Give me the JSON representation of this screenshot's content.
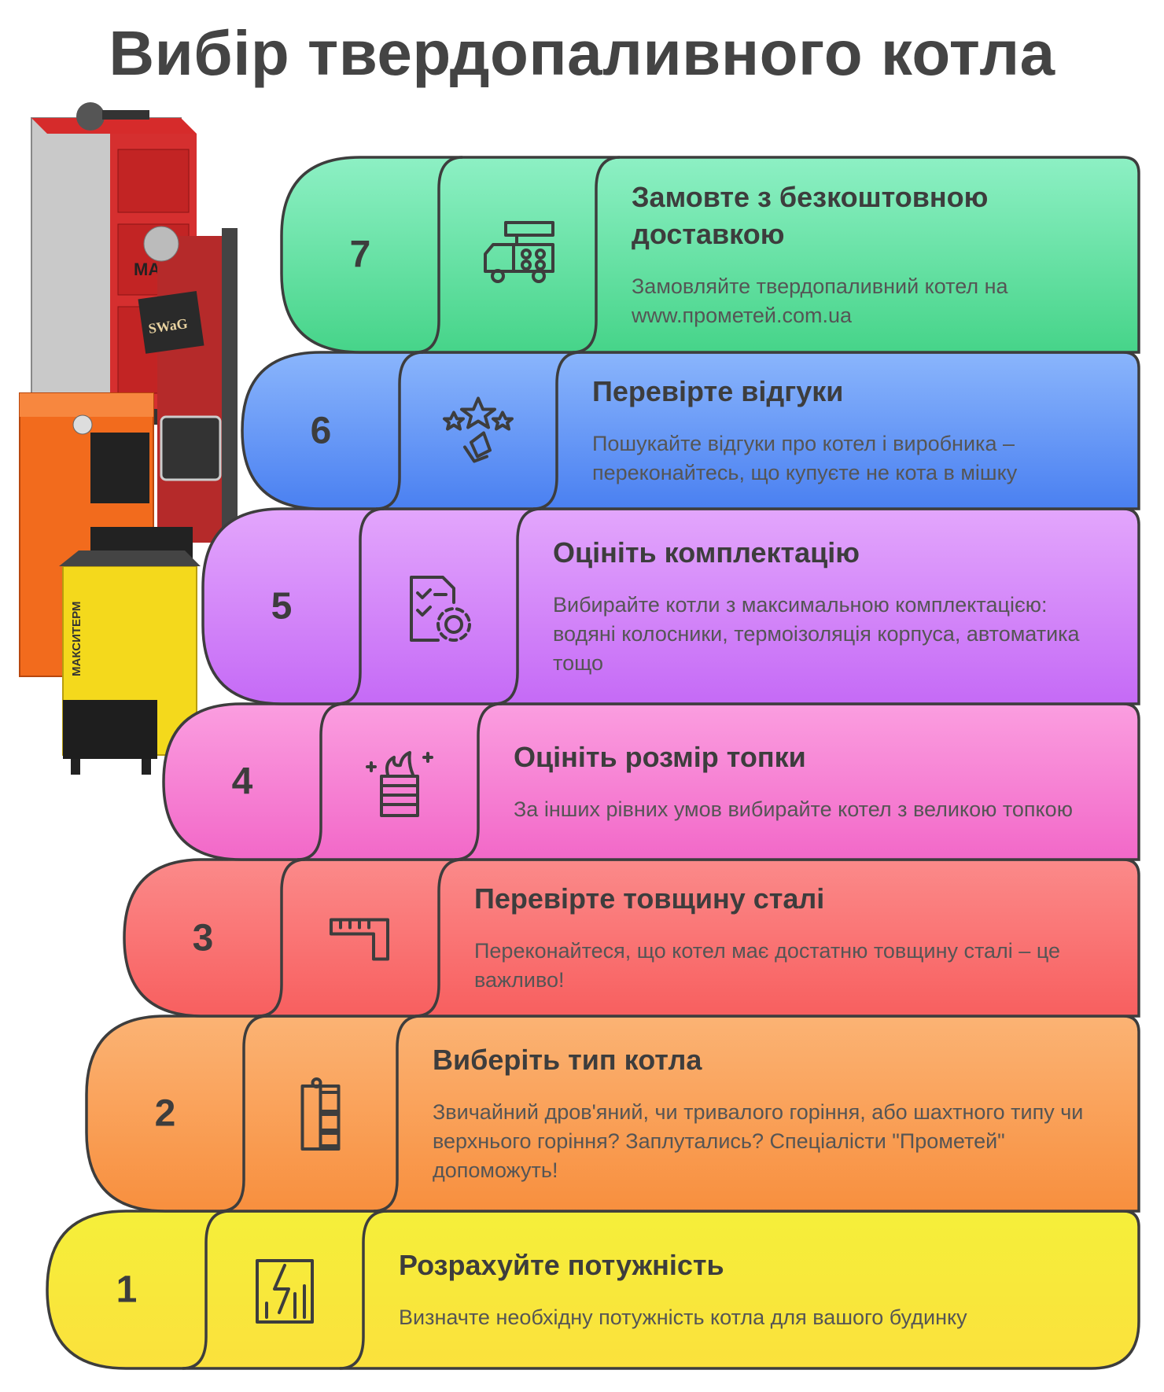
{
  "title": "Вибір твердопаливного котла",
  "colors": {
    "outline": "#3d3d3d",
    "step1": [
      "#f5ef3a",
      "#fbe13c"
    ],
    "step2": [
      "#fbb374",
      "#f88f3e"
    ],
    "step3": [
      "#fb8a8a",
      "#f85f5f"
    ],
    "step4": [
      "#fb9ee0",
      "#f268c8"
    ],
    "step5": [
      "#e3a6fc",
      "#c56af6"
    ],
    "step6": [
      "#8ab5fc",
      "#4a80f1"
    ],
    "step7": [
      "#8df0c4",
      "#46d489"
    ]
  },
  "steps": [
    {
      "number": "1",
      "title": "Розрахуйте потужність",
      "desc": "Визначте необхідну потужність котла для вашого будинку",
      "icon": "power-chart-icon"
    },
    {
      "number": "2",
      "title": "Виберіть тип котла",
      "desc": "Звичайний дров'яний, чи тривалого горіння, або шахтного типу чи верхнього горіння? Заплутались? Спеціалісти \"Прометей\" допоможуть!",
      "icon": "boiler-icon"
    },
    {
      "number": "3",
      "title": "Перевірте товщину сталі",
      "desc": "Переконайтеся, що котел має достатню товщину сталі – це важливо!",
      "icon": "ruler-icon"
    },
    {
      "number": "4",
      "title": "Оцініть розмір топки",
      "desc": "За інших рівних умов вибирайте котел з великою топкою",
      "icon": "firebox-icon"
    },
    {
      "number": "5",
      "title": "Оцініть комплектацію",
      "desc": "Вибирайте котли з максимальною комплектацією: водяні колосники, термоізоляція корпуса, автоматика тощо",
      "icon": "checklist-gear-icon"
    },
    {
      "number": "6",
      "title": "Перевірте відгуки",
      "desc": "Пошукайте відгуки про котел і виробника – переконайтесь, що купуєте не кота в мішку",
      "icon": "review-stars-icon"
    },
    {
      "number": "7",
      "title": "Замовте з безкоштовною доставкою",
      "desc": "Замовляйте твердопаливний котел на www.прометей.com.ua",
      "icon": "delivery-truck-icon"
    }
  ],
  "boilers": [
    {
      "name": "red-grey-boiler",
      "label": "МАКС"
    },
    {
      "name": "red-cylinder-boiler",
      "label": "SWaG"
    },
    {
      "name": "orange-boiler",
      "label": ""
    },
    {
      "name": "yellow-boiler",
      "label": "МАКСИТЕРМ"
    }
  ]
}
